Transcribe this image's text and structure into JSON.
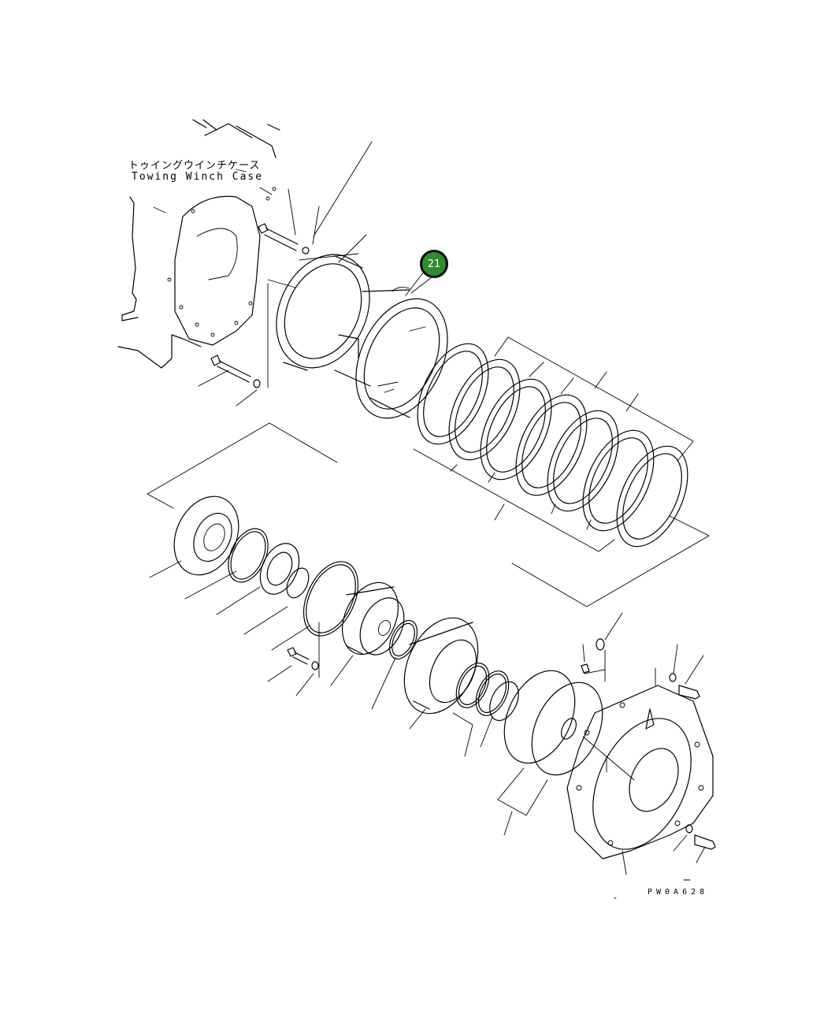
{
  "labels": {
    "case_name_jp": "トゥイングウインチケース",
    "case_name_en": "Towing Winch Case",
    "drawing_code": "PW0A628"
  },
  "callouts": [
    {
      "number": "21",
      "color": "#2e8b2e"
    }
  ]
}
